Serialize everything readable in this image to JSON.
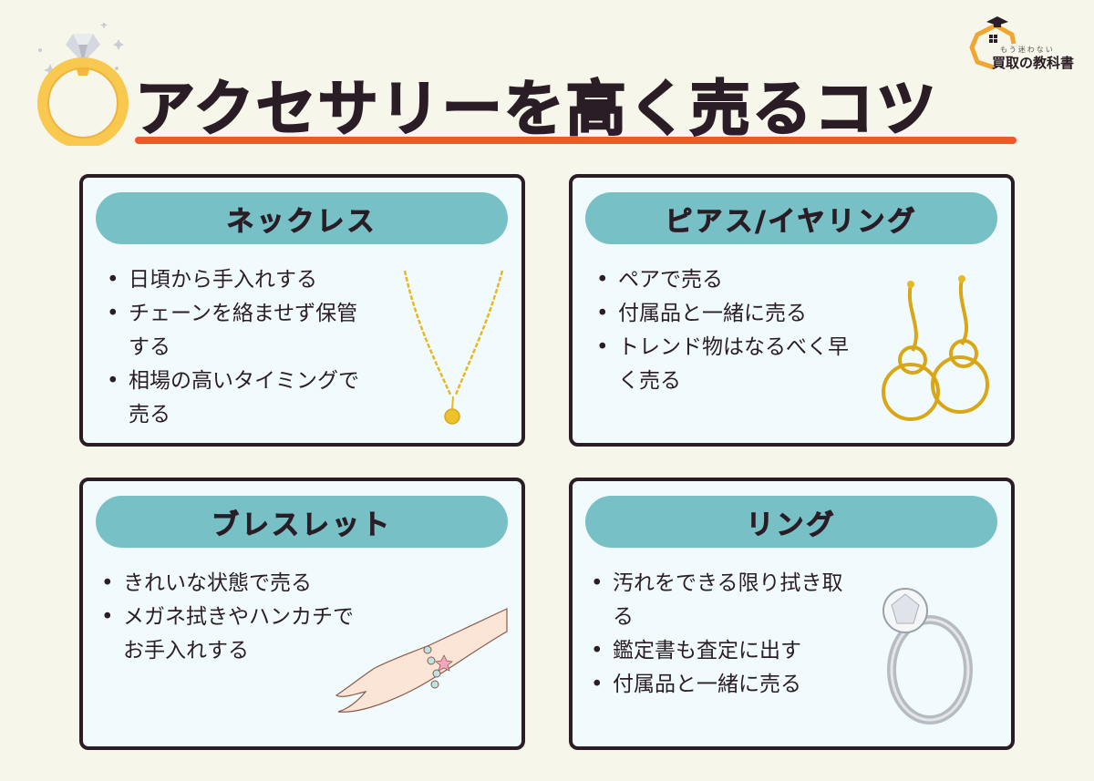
{
  "header": {
    "title": "アクセサリーを高く売るコツ"
  },
  "brand": {
    "tagline": "もう迷わない",
    "name": "買取の教科書"
  },
  "cards": [
    {
      "title": "ネックレス",
      "items": [
        "日頃から手入れする",
        "チェーンを絡ませず保​管する",
        "相場の高いタイミング​で売る"
      ]
    },
    {
      "title": "ピアス/イヤリング",
      "items": [
        "ペアで売る",
        "付属品と一緒に売る",
        "トレンド物はなるべく​早く売る"
      ]
    },
    {
      "title": "ブレスレット",
      "items": [
        "きれいな状態で売る",
        "メガネ拭きやハンカチ​でお手入れする"
      ]
    },
    {
      "title": "リング",
      "items": [
        "汚れをできる限り拭き​取る",
        "鑑定書も査定に出す",
        "付属品と一緒に売る"
      ]
    }
  ],
  "colors": {
    "accent": "#ec5a2a",
    "pill": "#77c1c6",
    "card": "#f1fbfd",
    "text": "#2a1d26",
    "gold": "#f7c744"
  }
}
